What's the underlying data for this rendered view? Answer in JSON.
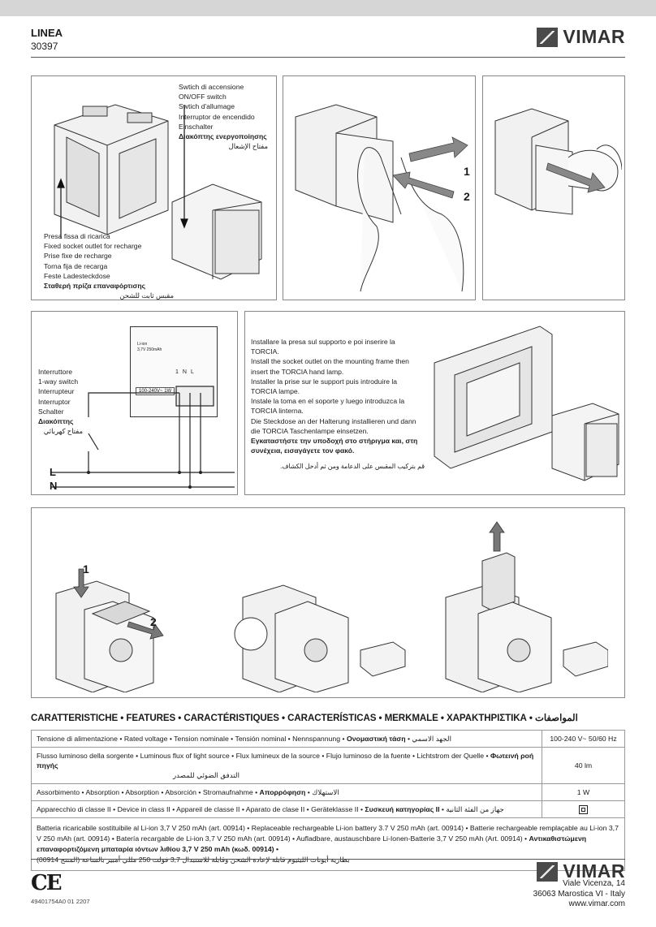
{
  "header": {
    "series": "LINEA",
    "code": "30397",
    "brand": "VIMAR"
  },
  "panel1": {
    "switch_labels": [
      "Swtich di accensione",
      "ON/OFF switch",
      "Swtich d'allumage",
      "Interruptor de encendido",
      "Einschalter"
    ],
    "switch_label_el": "Διακόπτης ενεργοποίησης",
    "switch_label_ar": "مفتاح الإشعال",
    "socket_labels": [
      "Presa fissa di ricarica",
      "Fixed socket outlet for recharge",
      "Prise fixe de recharge",
      "Torna fija de recarga",
      "Feste Ladesteckdose"
    ],
    "socket_label_el": "Σταθερή πρίζα επαναφόρτισης",
    "socket_label_ar": "مقبس ثابت للشحن"
  },
  "panel2": {
    "arrow1": "1",
    "arrow2": "2"
  },
  "panel4": {
    "switch_labels": [
      "Interruttore",
      "1-way switch",
      "Interrupteur",
      "Interruptor",
      "Schalter"
    ],
    "switch_label_el": "Διακόπτης",
    "switch_label_ar": "مفتاح كهربائي",
    "line_L": "L",
    "line_N": "N",
    "device_battery": "Li-ion",
    "device_spec": "3,7V 250mAh",
    "terminals": [
      "1",
      "N",
      "L"
    ],
    "rating": "100-240V~ 1W"
  },
  "panel5": {
    "lines": [
      "Installare la presa sul supporto e poi inserire la TORCIA.",
      "Install the socket outlet on the mounting frame then insert the TORCIA hand lamp.",
      "Installer la prise sur le support puis introduire la TORCIA lampe.",
      "Instale la toma en el soporte y luego introduzca la TORCIA linterna.",
      "Die Steckdose an der Halterung installieren und dann die TORCIA Taschenlampe einsetzen."
    ],
    "line_el": "Εγκαταστήστε την υποδοχή στο στήριγμα και, στη συνέχεια, εισαγάγετε τον φακό.",
    "line_ar": "قم بتركيب المقبس على الدعامة ومن ثم أدخل الكشاف."
  },
  "panel6": {
    "arrow1": "1",
    "arrow2": "2"
  },
  "features": {
    "title": "CARATTERISTICHE • FEATURES • CARACTÉRISTIQUES • CARACTERÍSTICAS • MERKMALE •",
    "title_el": "ΧΑΡΑΚΤΗΡΙΣΤΙΚΑ",
    "title_ar": "• المواصفات",
    "rows": [
      {
        "label": "Tensione di alimentazione • Rated voltage • Tension nominale • Tensión nominal • Nennspannung •",
        "label_el": "Ονομαστική τάση",
        "label_ar": "• الجهد الاسمي",
        "value": "100-240 V~  50/60 Hz"
      },
      {
        "label": "Flusso luminoso della sorgente • Luminous flux of light source • Flux lumineux de la source • Flujo luminoso de la fuente • Lichtstrom der Quelle •",
        "label_el": "Φωτεινή ροή πηγής",
        "label_ar": "التدفق الضوئي للمصدر",
        "value": "40 lm"
      },
      {
        "label": "Assorbimento • Absorption • Absorption • Absorción • Stromaufnahme •",
        "label_el": "Απορρόφηση",
        "label_ar": "• الاستهلاك",
        "value": "1 W"
      },
      {
        "label": "Apparecchio di classe II • Device in class II • Appareil de classe II • Aparato de clase II • Geräteklasse II •",
        "label_el": "Συσκευή κατηγορίας II",
        "label_ar": "• جهاز من الفئة الثانية",
        "value": ""
      }
    ],
    "battery_row": "Batteria ricaricabile sostituibile al Li-ion 3,7 V 250 mAh (art. 00914) • Replaceable rechargeable Li-ion battery 3.7 V 250 mAh (art. 00914) • Batterie rechargeable remplaçable au Li-ion 3,7 V 250 mAh (art. 00914) • Batería recargable de Li-ion 3,7 V 250 mAh (art. 00914) • Aufladbare, austauschbare Li-Ionen-Batterie 3,7 V 250 mAh (Art. 00914) •",
    "battery_row_el": "Αντικαθιστώμενη επαναφορτιζόμενη μπαταρία ιόντων λιθίου 3,7 V 250 mAh (κωδ. 00914) •",
    "battery_row_ar": "بطارية أيونات الليثيوم قابلة لإعادة الشحن وقابلة للاستبدال 3,7 فولت 250 مللي أمبير بالساعة (المنتج 00914)"
  },
  "footer": {
    "ce": "CE",
    "docno": "49401754A0  01  2207",
    "brand": "VIMAR",
    "address": [
      "Viale Vicenza, 14",
      "36063 Marostica VI - Italy",
      "www.vimar.com"
    ]
  }
}
